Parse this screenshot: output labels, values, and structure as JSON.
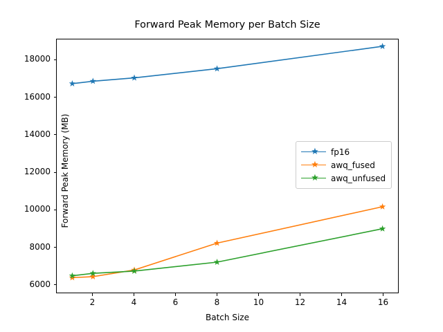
{
  "chart_data": {
    "type": "line",
    "title": "Forward Peak Memory per Batch Size",
    "xlabel": "Batch Size",
    "ylabel": "Forward Peak Memory (MB)",
    "x": [
      1,
      2,
      4,
      8,
      16
    ],
    "xlim": [
      0.25,
      16.75
    ],
    "ylim": [
      5548,
      19120
    ],
    "xticks": [
      2,
      4,
      6,
      8,
      10,
      12,
      14,
      16
    ],
    "xticklabels": [
      "2",
      "4",
      "6",
      "8",
      "10",
      "12",
      "14",
      "16"
    ],
    "yticks": [
      6000,
      8000,
      10000,
      12000,
      14000,
      16000,
      18000
    ],
    "yticklabels": [
      "6000",
      "8000",
      "10000",
      "12000",
      "14000",
      "16000",
      "18000"
    ],
    "grid": false,
    "legend_position": "center right",
    "marker": "star",
    "series": [
      {
        "name": "fp16",
        "color": "#1f77b4",
        "values": [
          16750,
          16880,
          17060,
          17550,
          18750
        ]
      },
      {
        "name": "awq_fused",
        "color": "#ff7f0e",
        "values": [
          6350,
          6400,
          6760,
          8200,
          10150
        ]
      },
      {
        "name": "awq_unfused",
        "color": "#2ca02c",
        "values": [
          6450,
          6580,
          6700,
          7180,
          8970
        ]
      }
    ]
  }
}
